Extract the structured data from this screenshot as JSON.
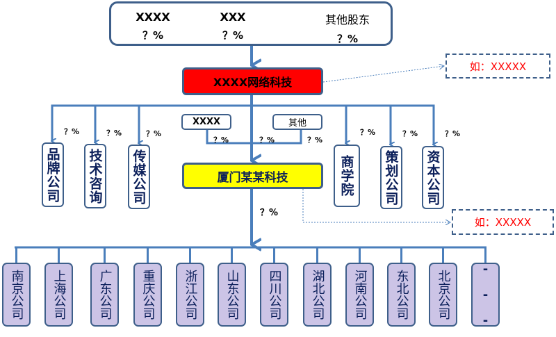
{
  "shareholders": [
    {
      "name": "XXXX",
      "pct": "？%"
    },
    {
      "name": "XXX",
      "pct": "？%"
    },
    {
      "name": "其他股东",
      "pct": "？%"
    }
  ],
  "parent": "XXXX网络科技",
  "parent_note": "如：XXXXX",
  "left_subs": [
    {
      "name": "品牌公司",
      "pct": "？%"
    },
    {
      "name": "技术咨询",
      "pct": "？%"
    },
    {
      "name": "传媒公司",
      "pct": "？%"
    }
  ],
  "right_subs": [
    {
      "name": "商学院",
      "pct": "？%"
    },
    {
      "name": "策划公司",
      "pct": "？%"
    },
    {
      "name": "资本公司",
      "pct": "？%"
    }
  ],
  "co_investors": [
    {
      "name": "XXXX",
      "pct": "？%"
    },
    {
      "name": "其他",
      "pct": "？%"
    }
  ],
  "parent_stake_pct": "？%",
  "sub": "厦门某某科技",
  "sub_note": "如：XXXXX",
  "sub_stake_pct": "？%",
  "branches": [
    "南京公司",
    "上海公司",
    "广东公司",
    "重庆公司",
    "浙江公司",
    "山东公司",
    "四川公司",
    "湖北公司",
    "河南公司",
    "东北公司",
    "北京公司",
    "..."
  ]
}
